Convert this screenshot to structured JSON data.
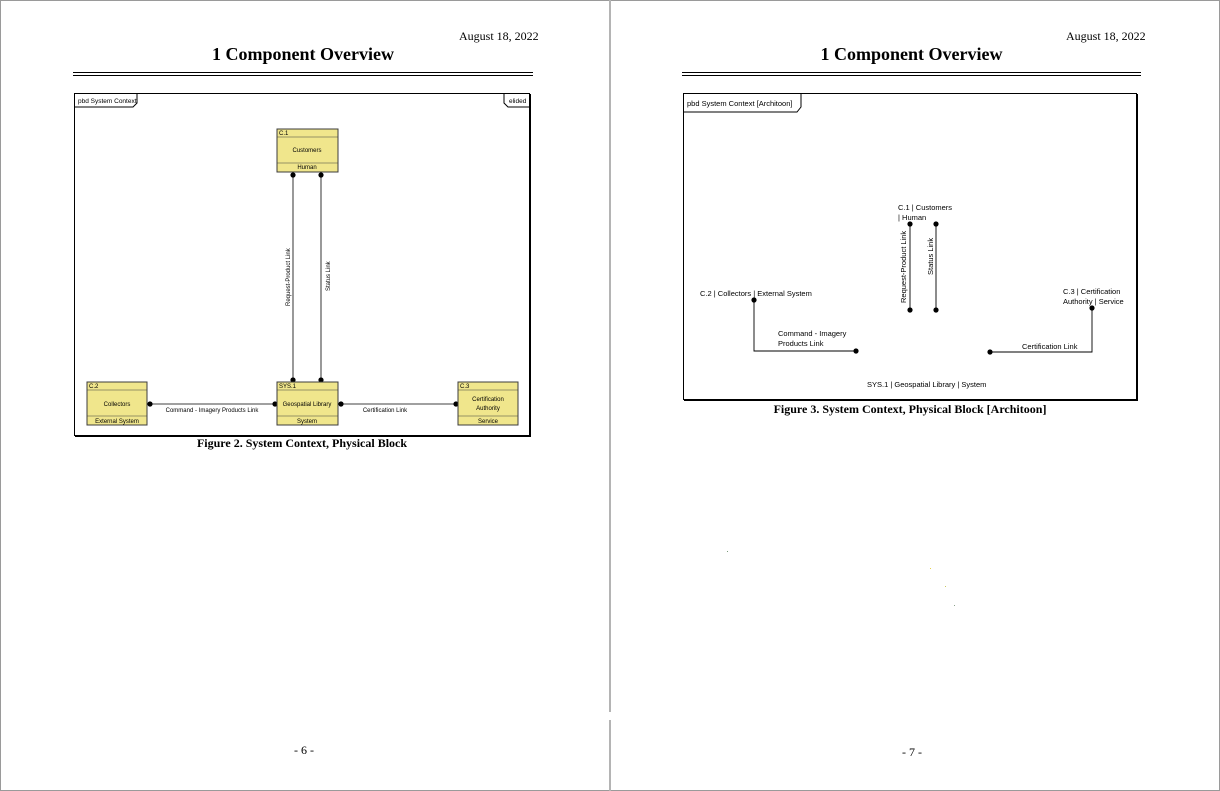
{
  "pages": [
    {
      "date": "August 18, 2022",
      "heading": "1 Component Overview",
      "page_number": "- 6 -",
      "diagram": {
        "frame_label": "pbd System Context",
        "corner_tag": "elided",
        "caption": "Figure 2. System Context, Physical Block",
        "blocks": {
          "customers": {
            "id": "C.1",
            "name": "Customers",
            "stereotype": "Human"
          },
          "collectors": {
            "id": "C.2",
            "name": "Collectors",
            "stereotype": "External System"
          },
          "geospatial": {
            "id": "SYS.1",
            "name": "Geospatial Library",
            "stereotype": "System"
          },
          "certification": {
            "id": "C.3",
            "name": "Certification",
            "name2": "Authority",
            "stereotype": "Service"
          }
        },
        "links": {
          "request_product": "Request-Product Link",
          "status": "Status Link",
          "command_imagery": "Command - Imagery Products Link",
          "certification": "Certification Link"
        }
      }
    },
    {
      "date": "August 18, 2022",
      "heading": "1 Component Overview",
      "page_number": "- 7 -",
      "diagram": {
        "frame_label": "pbd System Context [Architoon]",
        "caption": "Figure 3. System Context, Physical Block [Architoon]",
        "labels": {
          "customers_line1": "C.1 | Customers",
          "customers_line2": "| Human",
          "collectors": "C.2 | Collectors | External System",
          "certification_line1": "C.3 | Certification",
          "certification_line2": "Authority | Service",
          "request_product": "Request-Product Link",
          "status": "Status Link",
          "command_line1": "Command - Imagery",
          "command_line2": "Products Link",
          "certification_link": "Certification Link",
          "geospatial": "SYS.1 | Geospatial Library | System"
        }
      }
    }
  ],
  "colors": {
    "block_fill": "#f0e68c",
    "block_border": "#3c3c3c",
    "line": "#000000",
    "page_divider": "#b4b4b4"
  }
}
